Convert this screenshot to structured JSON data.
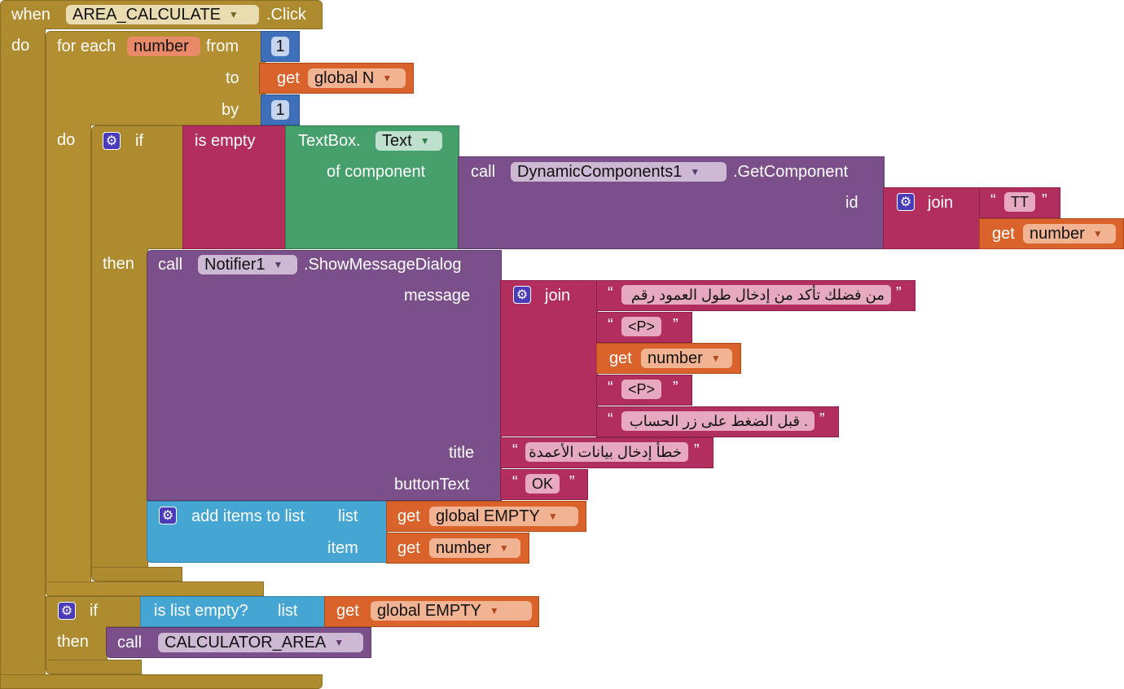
{
  "event": {
    "when": "when",
    "component": "AREA_CALCULATE",
    "event_name": ".Click",
    "do": "do"
  },
  "for_each": {
    "label": "for each",
    "var": "number",
    "from": "from",
    "from_value": "1",
    "to": "to",
    "to_get": "get",
    "to_var": "global N",
    "by": "by",
    "by_value": "1",
    "do": "do"
  },
  "if1": {
    "if": "if",
    "is_empty": "is empty",
    "textbox": "TextBox.",
    "prop": "Text",
    "of_component": "of component",
    "call": "call",
    "dyn": "DynamicComponents1",
    "method": ".GetComponent",
    "id": "id",
    "join": "join",
    "tt": "TT",
    "get": "get",
    "number": "number",
    "then": "then"
  },
  "notifier": {
    "call": "call",
    "component": "Notifier1",
    "method": ".ShowMessageDialog",
    "message": "message",
    "join": "join",
    "s1": "من فضلك تأكد من إدخال طول العمود  رقم",
    "s2": "<P>",
    "get": "get",
    "number": "number",
    "s3": "<P>",
    "s4": ". قبل الضغط على زر الحساب",
    "title": "title",
    "title_val": "خطأ إدخال بيانات الأعمدة",
    "buttonText": "buttonText",
    "button_val": "OK"
  },
  "add_items": {
    "label": "add items to list",
    "list": "list",
    "get": "get",
    "list_var": "global EMPTY",
    "item": "item",
    "item_var": "number"
  },
  "if2": {
    "if": "if",
    "is_list_empty": "is list empty?",
    "list": "list",
    "get": "get",
    "var": "global EMPTY",
    "then": "then",
    "call": "call",
    "proc": "CALCULATOR_AREA"
  },
  "quote_open": "“",
  "quote_close": "”",
  "gear_icon": "⚙",
  "dropdown_arrow": "▼",
  "colors": {
    "control": "#ad8b2e",
    "logic_text": "#b22e5e",
    "lists": "#45a6d4",
    "variables": "#d9632a",
    "math": "#3e6fba",
    "component": "#46a06b",
    "procedure": "#7b4f8a"
  }
}
